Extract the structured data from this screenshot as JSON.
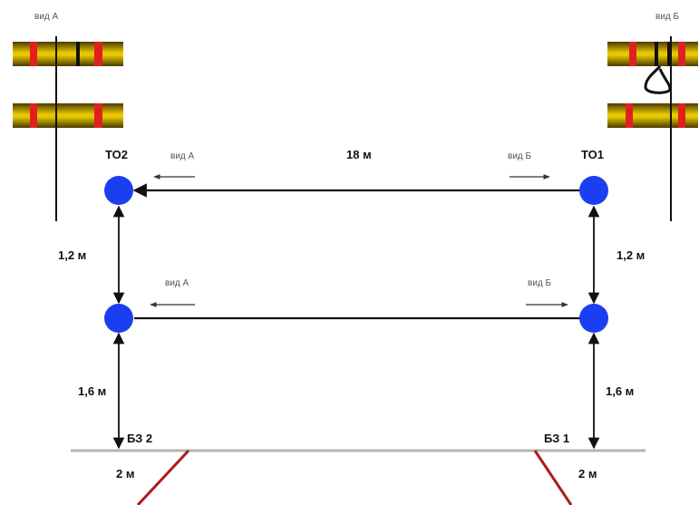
{
  "views": {
    "view_a_top": "вид А",
    "view_b_top": "вид Б",
    "view_a_upper_arrow": "вид А",
    "view_b_upper_arrow": "вид Б",
    "view_a_lower_arrow": "вид А",
    "view_b_lower_arrow": "вид Б"
  },
  "nodes": {
    "to2": "ТО2",
    "to1": "ТО1",
    "bz2": "БЗ 2",
    "bz1": "БЗ 1"
  },
  "dimensions": {
    "span": "18 м",
    "left_upper_height": "1,2 м",
    "right_upper_height": "1,2 м",
    "left_lower_height": "1,6 м",
    "right_lower_height": "1,6 м",
    "left_anchor": "2 м",
    "right_anchor": "2 м"
  },
  "colors": {
    "node": "#1b3ff0",
    "anchor_line": "#b01a1a",
    "ground_line": "#b4b4b4",
    "bar_gold": "#c8a800",
    "bar_dark": "#4a3a00",
    "bar_red": "#e02020"
  }
}
